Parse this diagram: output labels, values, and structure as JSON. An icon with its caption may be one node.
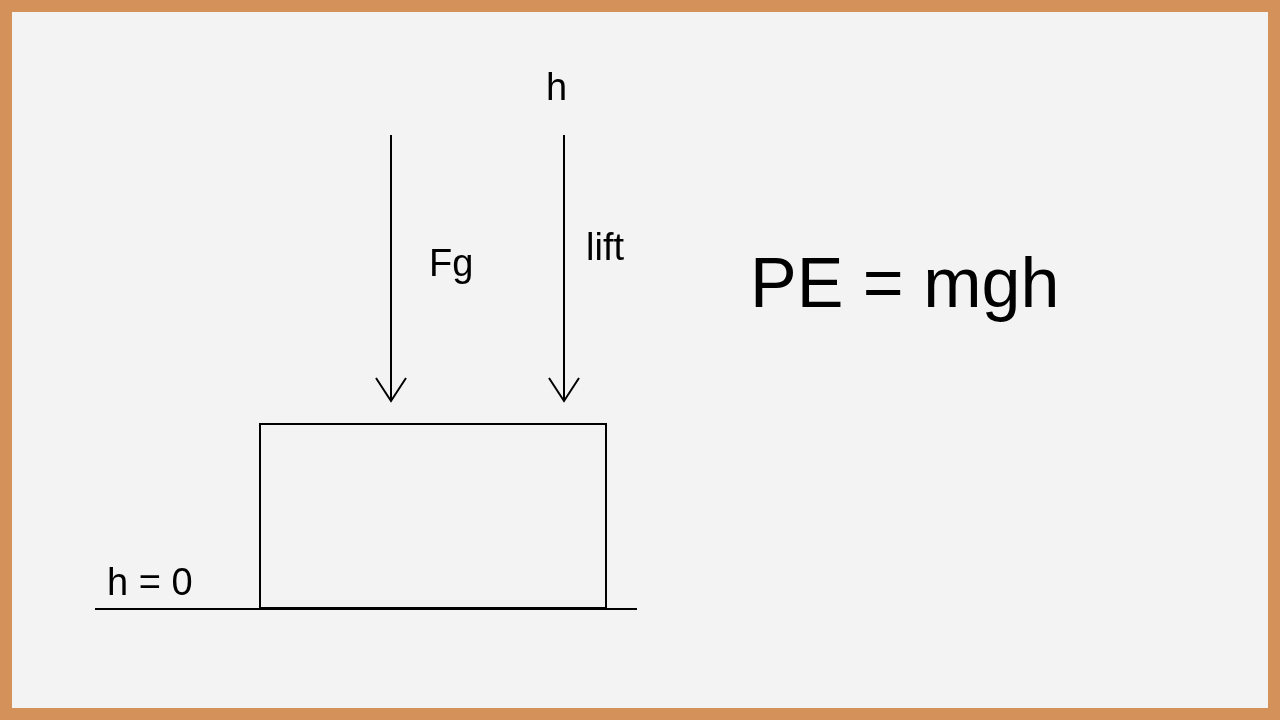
{
  "diagram": {
    "nodes": [
      {
        "text": [],
        "shape": "box"
      }
    ],
    "labels": [
      "h",
      "Fg",
      "lift",
      "PE = mgh",
      "h = 0"
    ]
  }
}
